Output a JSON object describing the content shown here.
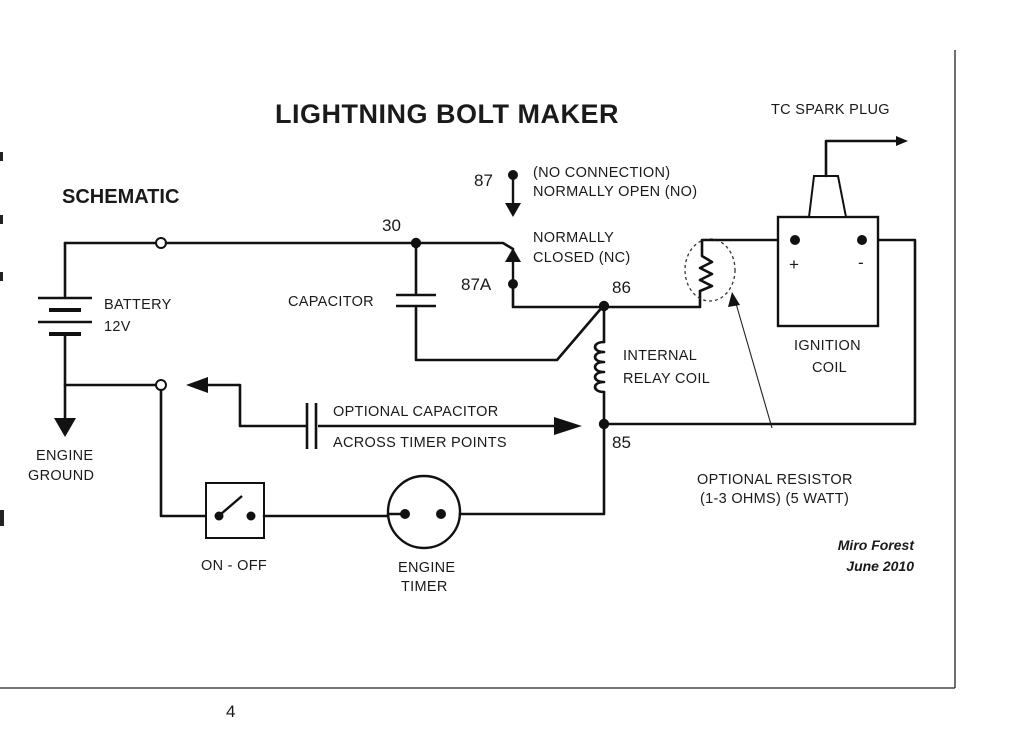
{
  "diagram": {
    "title": "LIGHTNING BOLT MAKER",
    "subtitle": "SCHEMATIC",
    "page_number": "4",
    "credit": {
      "author": "Miro Forest",
      "date": "June 2010"
    }
  },
  "labels": {
    "spark_plug": "TC SPARK PLUG",
    "pin_87": "87",
    "pin_87_note_1": "(NO CONNECTION)",
    "pin_87_note_2": "NORMALLY OPEN (NO)",
    "pin_30": "30",
    "nc_1": "NORMALLY",
    "nc_2": "CLOSED (NC)",
    "pin_87a": "87A",
    "pin_86": "86",
    "pin_85": "85",
    "battery_1": "BATTERY",
    "battery_2": "12V",
    "capacitor": "CAPACITOR",
    "relay_coil_1": "INTERNAL",
    "relay_coil_2": "RELAY COIL",
    "ignition_coil_1": "IGNITION",
    "ignition_coil_2": "COIL",
    "plus": "+",
    "minus": "-",
    "opt_cap_1": "OPTIONAL CAPACITOR",
    "opt_cap_2": "ACROSS TIMER POINTS",
    "opt_res_1": "OPTIONAL RESISTOR",
    "opt_res_2": "(1-3 OHMS) (5 WATT)",
    "engine_ground_1": "ENGINE",
    "engine_ground_2": "GROUND",
    "switch": "ON - OFF",
    "engine_timer_1": "ENGINE",
    "engine_timer_2": "TIMER"
  }
}
